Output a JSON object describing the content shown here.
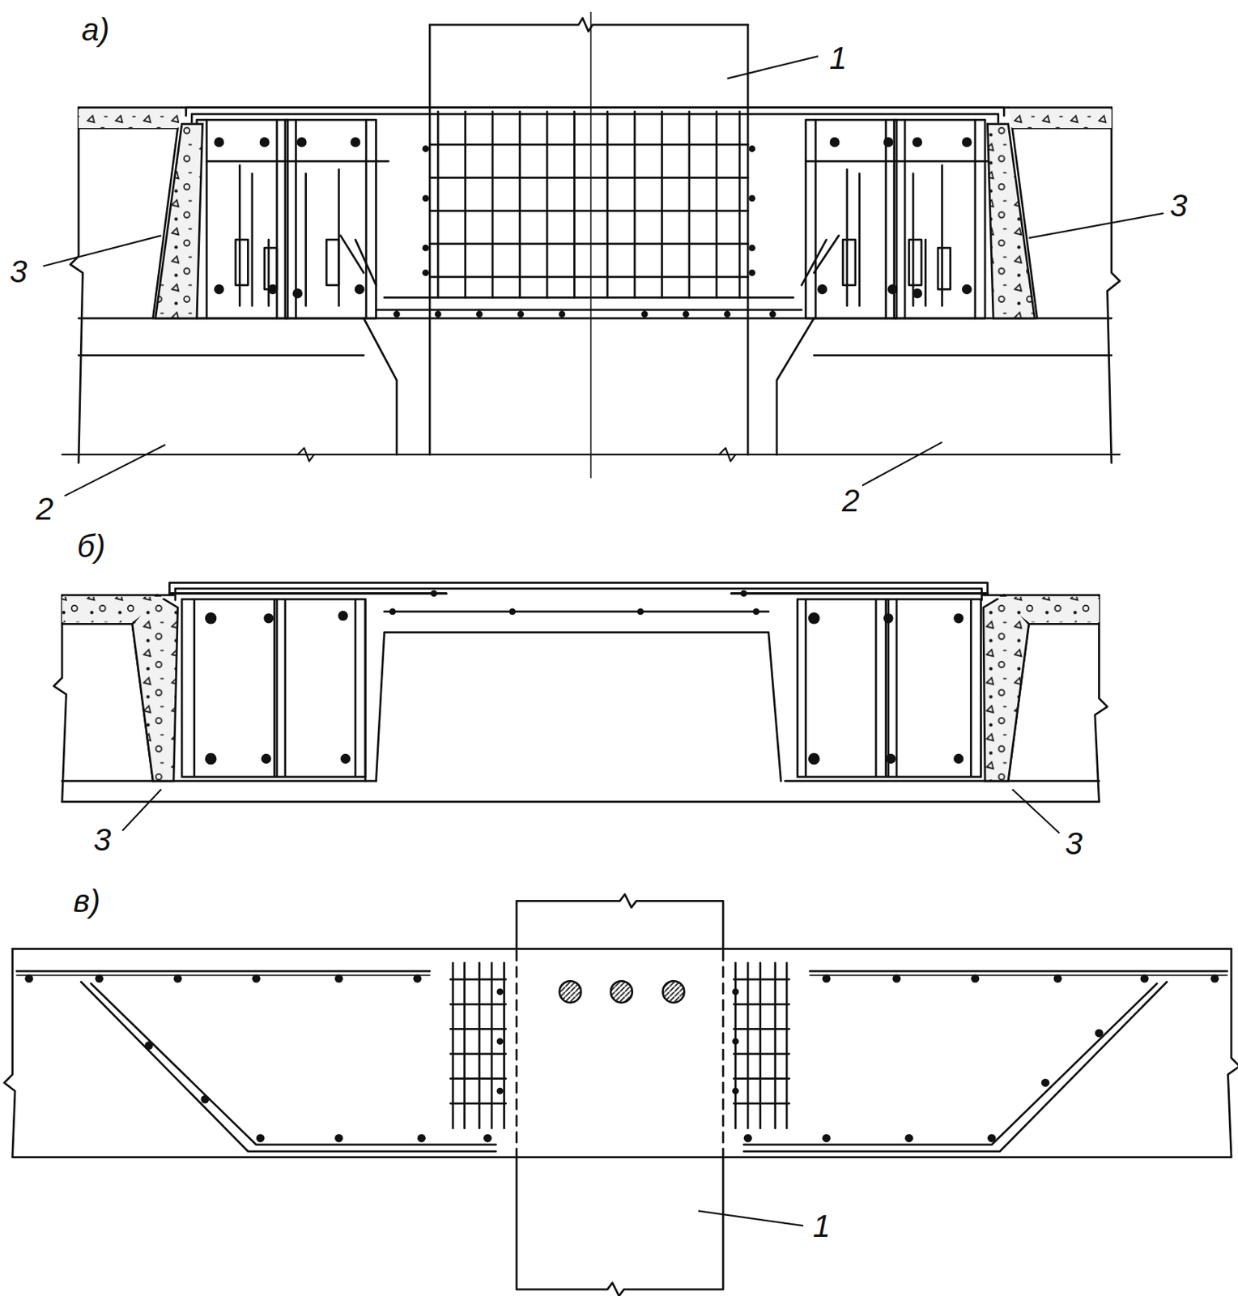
{
  "diagram": {
    "labels": [
      "а)",
      "1",
      "3",
      "3",
      "2",
      "2",
      "б)",
      "3",
      "3",
      "в)",
      "1"
    ]
  }
}
